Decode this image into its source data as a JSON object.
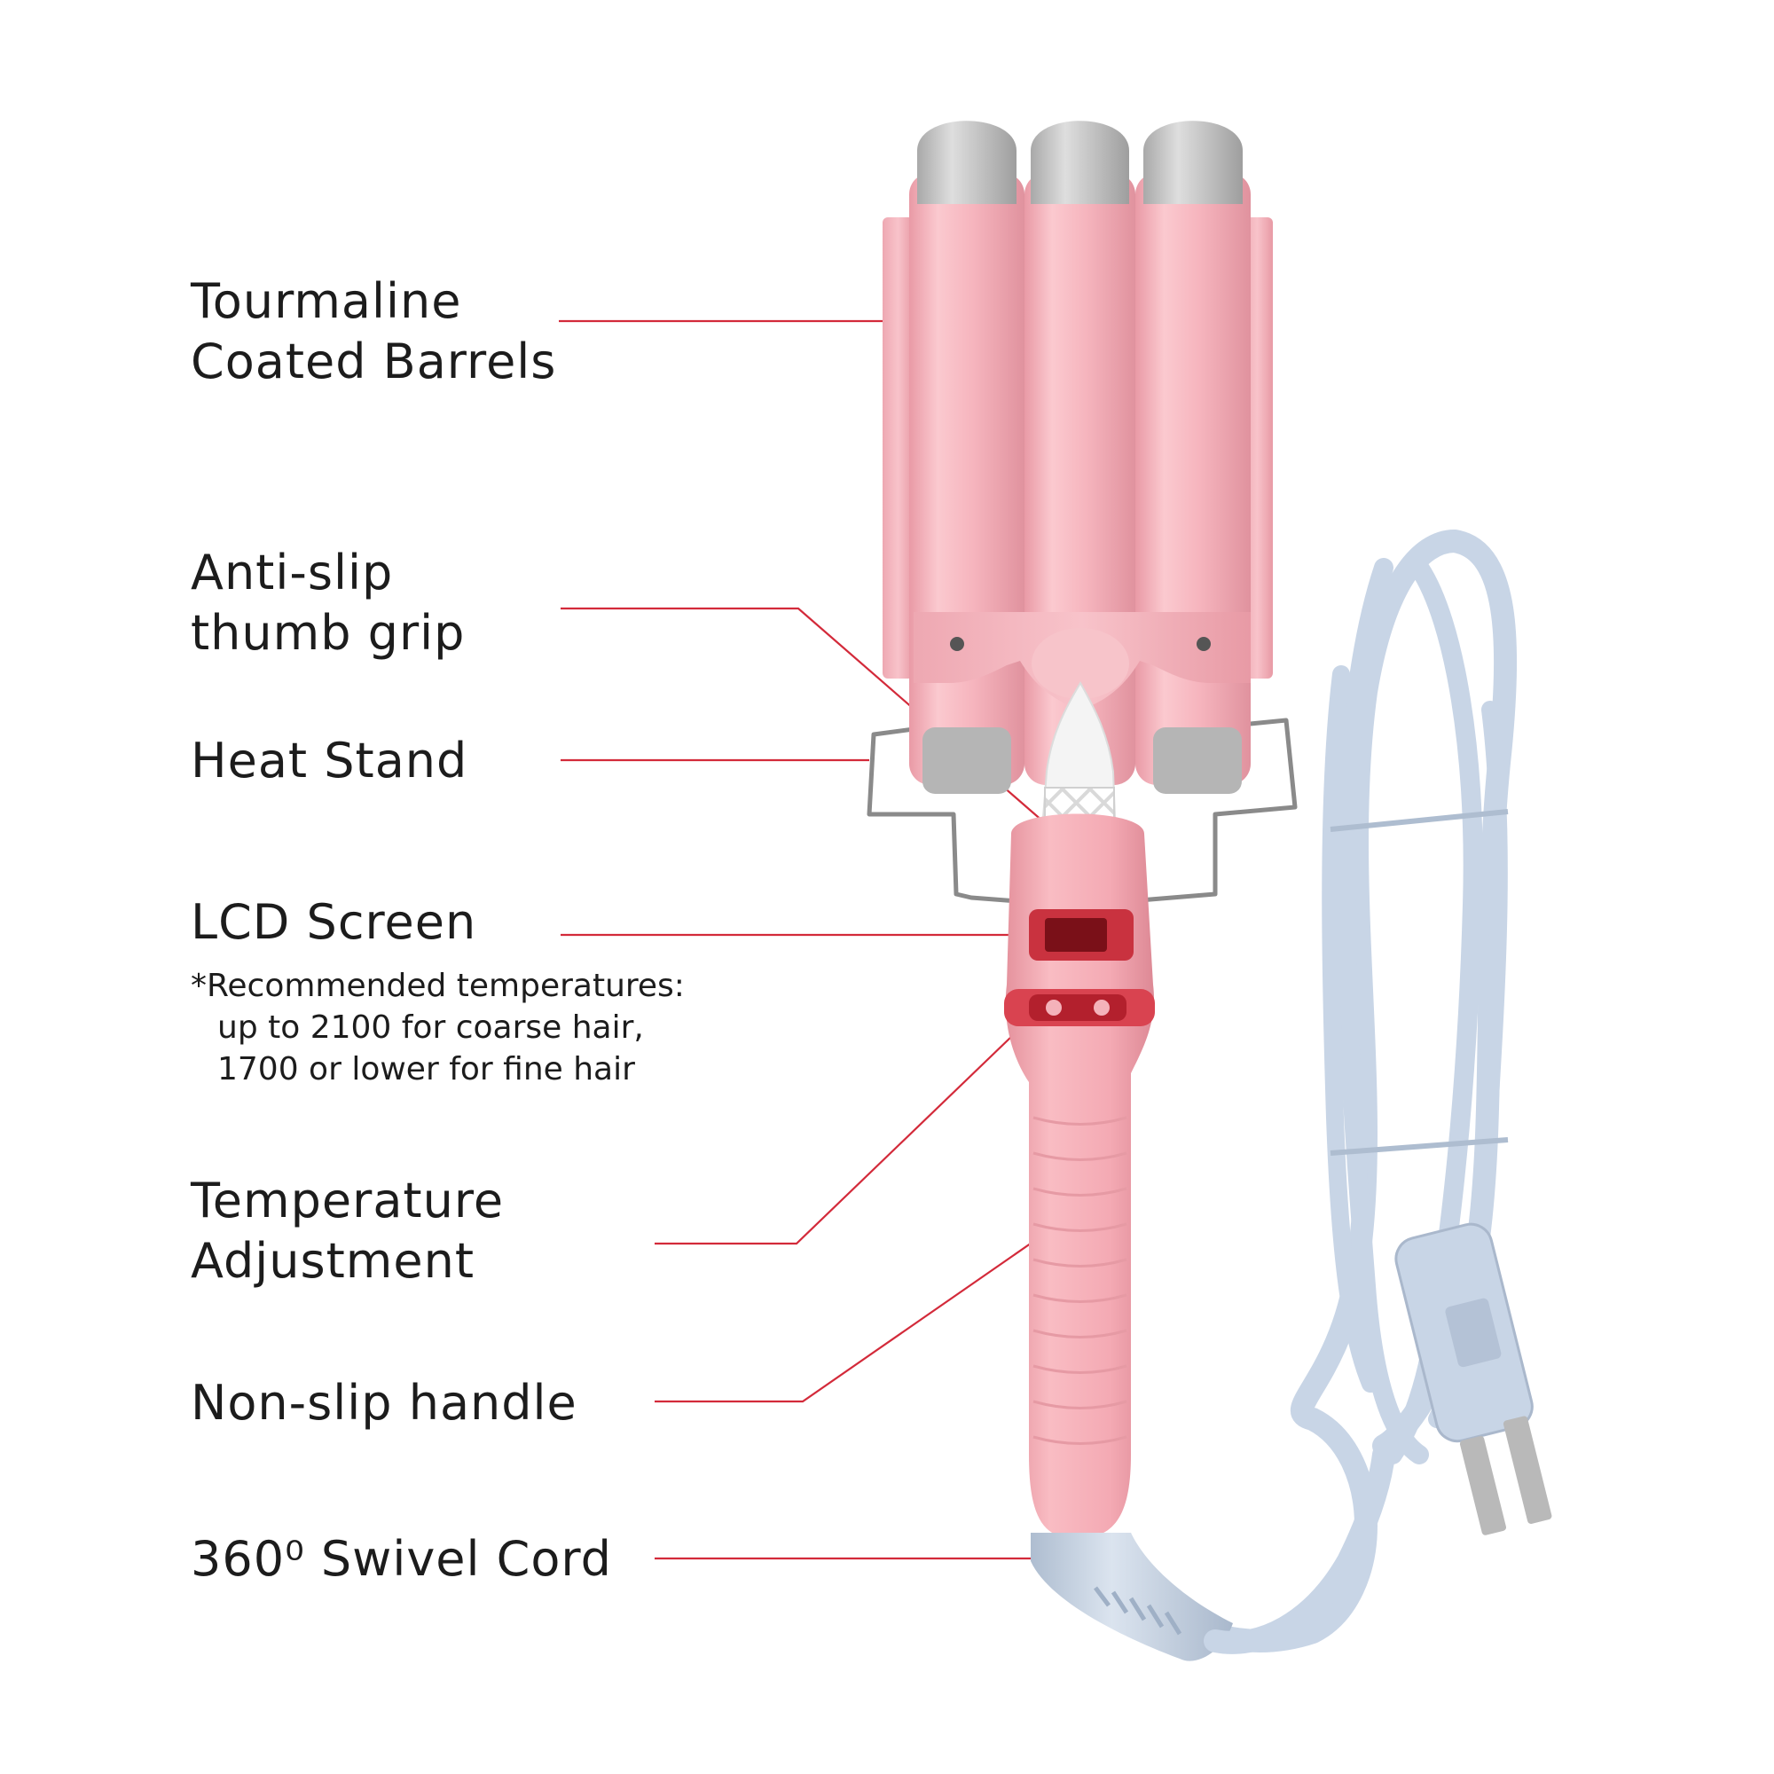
{
  "callouts": {
    "barrels": {
      "line1": "Tourmaline",
      "line2": "Coated Barrels"
    },
    "thumb_grip": {
      "line1": "Anti-slip",
      "line2": "thumb grip"
    },
    "heat_stand": {
      "line1": "Heat Stand"
    },
    "lcd": {
      "line1": "LCD Screen"
    },
    "temperature": {
      "line1": "Temperature",
      "line2": "Adjustment"
    },
    "handle": {
      "line1": "Non-slip handle"
    },
    "cord": {
      "line1": "360⁰ Swivel Cord"
    }
  },
  "note": {
    "line1": "*Recommended temperatures:",
    "line2": "up to 2100 for coarse hair,",
    "line3": "1700 or lower for fine hair"
  },
  "colors": {
    "leader_line": "#d32a3a",
    "barrel_pink": "#f5b8c0",
    "tip_gray": "#c9c9c9",
    "cord_blue": "#c8d5e6"
  }
}
